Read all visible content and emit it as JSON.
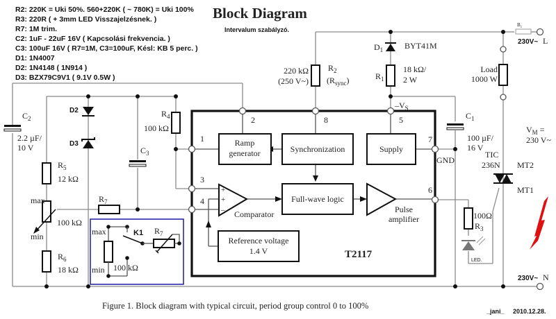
{
  "title": "Block Diagram",
  "subtitle": "Intervalum szabályzó.",
  "notes": [
    "R2: 220K = Uki 50%.    560+220K ( ~ 780K) = Uki 100%",
    "R3: 220R ( + 3mm LED Visszajelzésnek. )",
    "R7: 1M trim.",
    "C2: 1uF - 22uF 16V  ( Kapcsolási frekvencia. )",
    "C3: 100uF 16V ( R7=1M, C3=100uF, Késl: KB 5 perc. )",
    "D1: 1N4007",
    "D2: 1N4148 ( 1N914 )",
    "D3: BZX79C9V1 ( 9.1V 0.5W )"
  ],
  "ic": {
    "name": "T2117",
    "blocks": {
      "ramp_line1": "Ramp",
      "ramp_line2": "generator",
      "sync": "Synchronization",
      "supply": "Supply",
      "fullwave": "Full-wave logic",
      "comparator": "Comparator",
      "pulse_line1": "Pulse",
      "pulse_line2": "amplifier",
      "ref_line1": "Reference voltage",
      "ref_line2": "1.4 V"
    },
    "pins": [
      "1",
      "2",
      "3",
      "4",
      "5",
      "6",
      "7",
      "8"
    ],
    "vs_label": "–V",
    "vs_sub": "S",
    "gnd_label": "GND",
    "plus": "+",
    "minus": "–"
  },
  "components": {
    "R1": {
      "name": "R",
      "sub": "1",
      "value1": "18 kΩ/",
      "value2": "2 W"
    },
    "R2": {
      "name": "R",
      "sub": "2",
      "alias_pre": "(R",
      "alias_sub": "sync",
      "alias_post": ")",
      "value1": "220 kΩ",
      "value2": "(250 V~)"
    },
    "R3": {
      "name": "R",
      "sub": "3",
      "value": "100Ω"
    },
    "R4": {
      "name": "R",
      "sub": "4",
      "value": "100 kΩ"
    },
    "R5": {
      "name": "R",
      "sub": "5",
      "value": "12 kΩ"
    },
    "R6": {
      "name": "R",
      "sub": "6",
      "value": "18 kΩ"
    },
    "R7": {
      "name": "R",
      "sub": "7"
    },
    "pot": {
      "value": "100 kΩ",
      "max": "max",
      "min": "min"
    },
    "C1": {
      "name": "C",
      "sub": "1",
      "value1": "100 µF/",
      "value2": "16 V"
    },
    "C2": {
      "name": "C",
      "sub": "2",
      "value1": "2.2 µF/",
      "value2": "10 V"
    },
    "C3": {
      "name": "C",
      "sub": "3"
    },
    "D1": {
      "name": "D",
      "sub": "1",
      "part": "BYT41M"
    },
    "D2": {
      "name": "D2"
    },
    "D3": {
      "name": "D3"
    },
    "LED": {
      "label": "LED."
    },
    "triac": {
      "line1": "TIC",
      "line2": "236N",
      "mt2": "MT2",
      "mt1": "MT1"
    },
    "load": {
      "line1": "Load",
      "line2": "1000 W"
    },
    "fuse": {
      "name": "B",
      "sub": "1"
    },
    "inset": {
      "switch": "K1",
      "max": "max",
      "min": "min",
      "value": "100 kΩ",
      "r7": "R",
      "r7_sub": "7"
    }
  },
  "mains": {
    "L_voltage": "230V~",
    "L": "L",
    "N_voltage": "230V~",
    "N": "N",
    "vm_line1": "V",
    "vm_sub": "M",
    "vm_eq": " =",
    "vm_line2": "230 V~"
  },
  "caption": "Figure 1.  Block diagram with typical circuit, period group control 0 to 100%",
  "author": "_jani_",
  "date": "2010.12.28.",
  "colors": {
    "inset_border": "#1a1aa6",
    "lightning": "#e01010",
    "led": "#777777"
  }
}
